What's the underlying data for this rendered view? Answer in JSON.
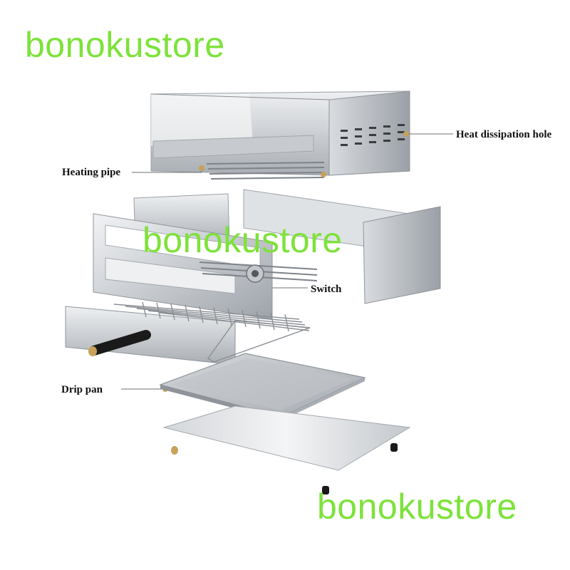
{
  "watermarks": {
    "top": "bonokustore",
    "middle": "bonokustore",
    "bottom": "bonokustore"
  },
  "callouts": {
    "heat_dissipation_hole": "Heat dissipation hole",
    "heating_pipe": "Heating pipe",
    "switch": "Switch",
    "drip_pan": "Drip pan"
  },
  "colors": {
    "watermark": "#7de23a",
    "steel_light": "#e6e8eb",
    "steel_mid": "#b9bdc2",
    "steel_dark": "#8f949a",
    "handle": "#1a1a1a",
    "accent_gold": "#c9a15a"
  }
}
